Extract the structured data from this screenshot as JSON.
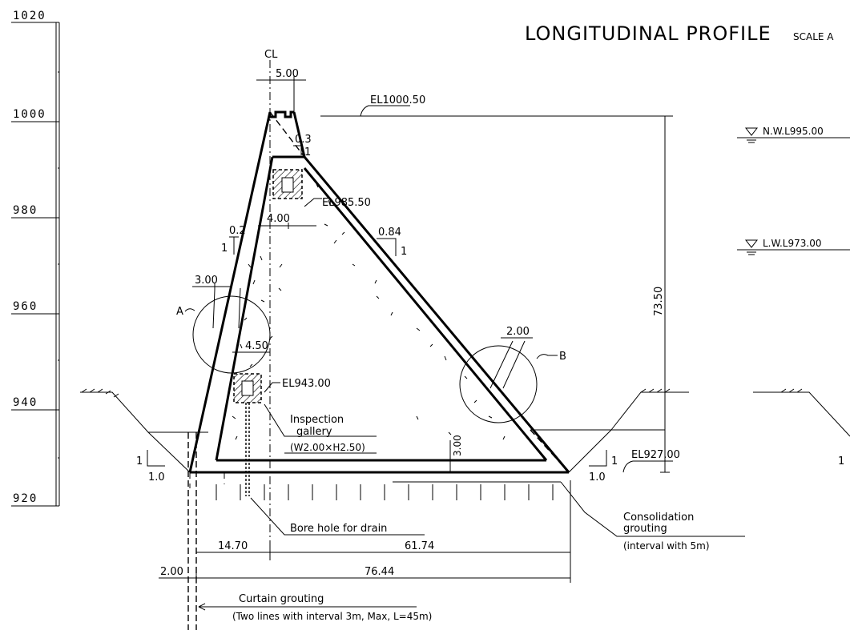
{
  "title": {
    "main": "LONGITUDINAL PROFILE",
    "scale": "SCALE A"
  },
  "elevation_scale": {
    "labels": [
      "1020",
      "1000",
      "980",
      "960",
      "940",
      "920"
    ]
  },
  "annotations": {
    "centerline": "CL",
    "crest_width": "5.00",
    "el_crest": "EL1000.50",
    "el_upper_gallery": "EL985.50",
    "el_lower_gallery": "EL943.00",
    "el_foundation": "EL927.00",
    "dim_upper_gallery_offset": "4.00",
    "dim_lower_gallery_offset": "4.50",
    "upstream_slope_value": "0.2",
    "upstream_slope_unit": "1",
    "downstream_slope_value": "0.84",
    "downstream_slope_unit": "1",
    "crest_slope_value": "0.3",
    "crest_slope_unit": "1",
    "height": "73.50",
    "detail_a_label": "A",
    "detail_a_dim": "3.00",
    "detail_b_label": "B",
    "detail_b_dim": "2.00",
    "base_thickness": "3.00",
    "nwl": "N.W.L995.00",
    "lwl": "L.W.L973.00",
    "excavation_slope_left_v": "1",
    "excavation_slope_left_h": "1.0",
    "excavation_slope_right_v": "1",
    "excavation_slope_right_h": "1.0",
    "excavation_slope_far_h": "1"
  },
  "labels": {
    "gallery_line1": "Inspection",
    "gallery_line2": "gallery",
    "gallery_line3": "(W2.00×H2.50)",
    "bore_hole": "Bore hole for drain",
    "consolidation_line1": "Consolidation",
    "consolidation_line2": "grouting",
    "consolidation_line3": "(interval with 5m)",
    "curtain_line1": "Curtain grouting",
    "curtain_line2": "(Two lines with interval 3m, Max, L=45m)"
  },
  "dimensions": {
    "upstream_base": "14.70",
    "downstream_base": "61.74",
    "total_base": "76.44",
    "curtain_offset": "2.00"
  }
}
